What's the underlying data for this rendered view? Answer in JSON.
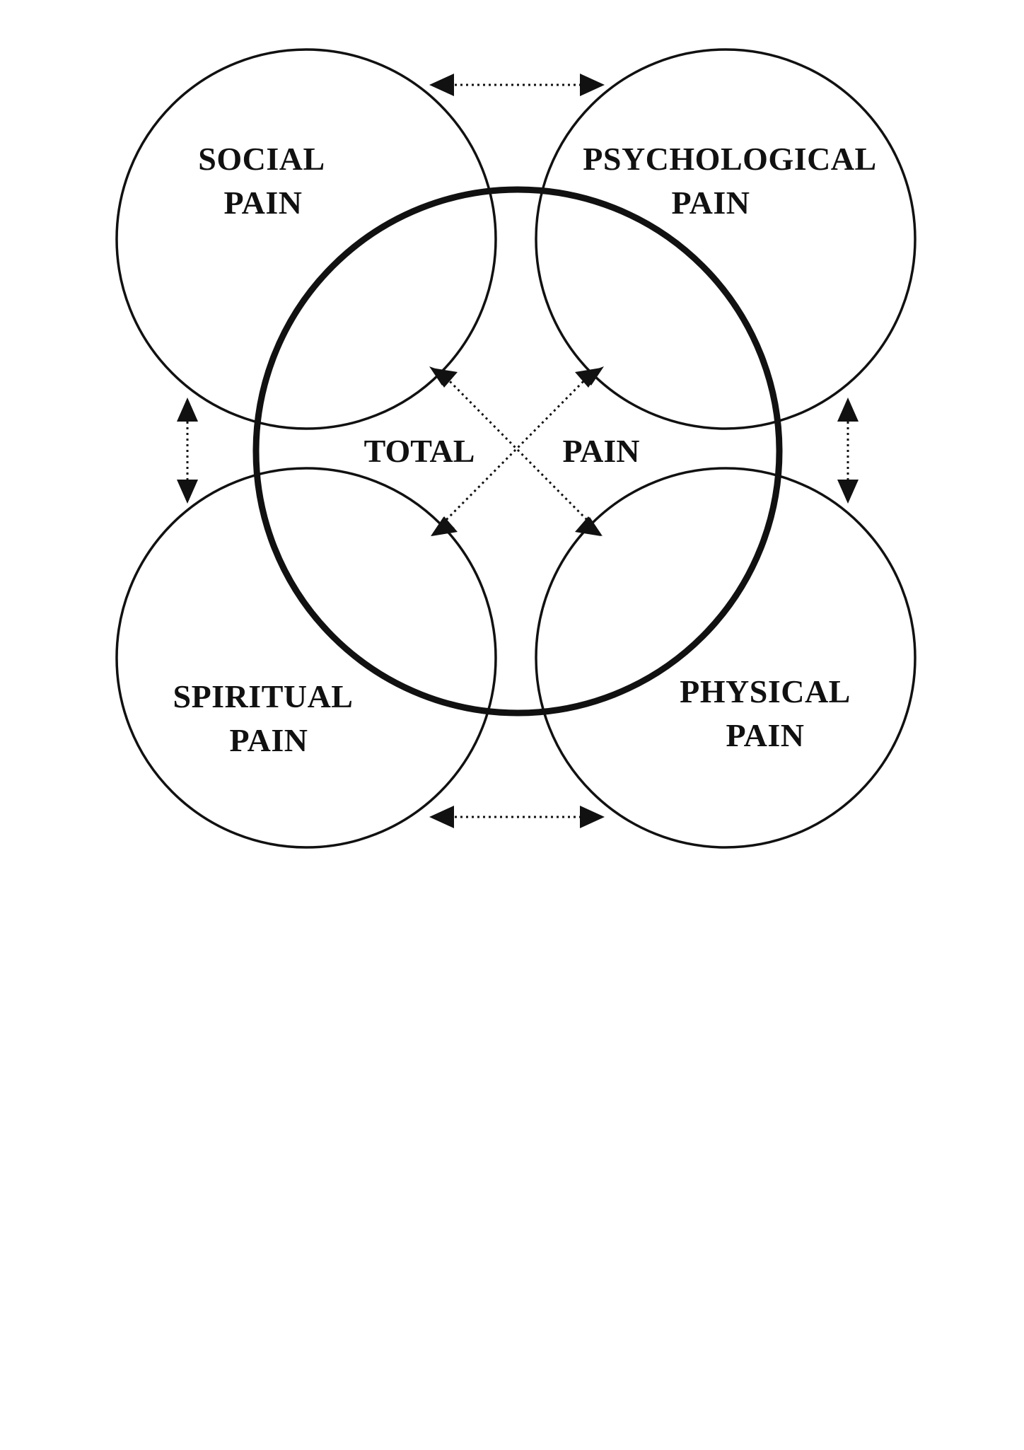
{
  "diagram": {
    "center": {
      "label_left": "TOTAL",
      "label_right": "PAIN"
    },
    "nodes": [
      {
        "id": "social",
        "line1": "SOCIAL",
        "line2": "PAIN"
      },
      {
        "id": "psychological",
        "line1": "PSYCHOLOGICAL",
        "line2": "PAIN"
      },
      {
        "id": "spiritual",
        "line1": "SPIRITUAL",
        "line2": "PAIN"
      },
      {
        "id": "physical",
        "line1": "PHYSICAL",
        "line2": "PAIN"
      }
    ],
    "colors": {
      "stroke": "#111111",
      "background": "#ffffff"
    }
  }
}
